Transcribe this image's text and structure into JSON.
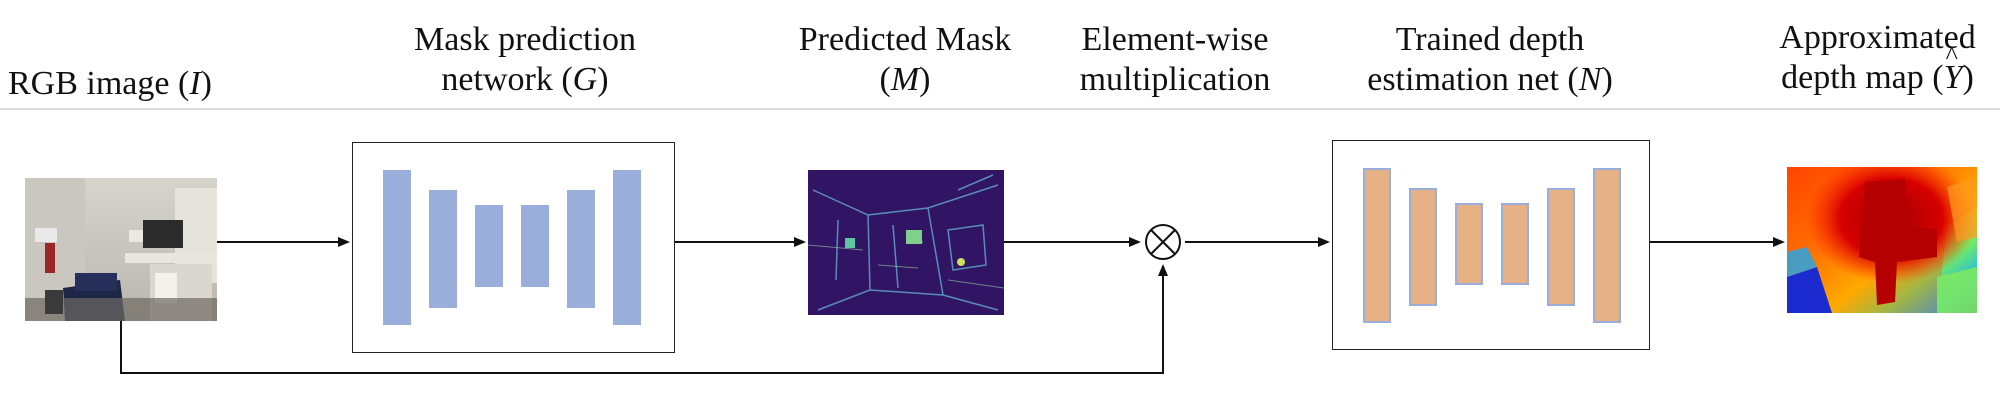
{
  "labels": {
    "rgb": {
      "pre": "RGB image (",
      "sym": "I",
      "post": ")"
    },
    "mask_net": {
      "line1": "Mask prediction",
      "pre": "network (",
      "sym": "G",
      "post": ")"
    },
    "pred_mask": {
      "line1": "Predicted Mask",
      "pre": "(",
      "sym": "M",
      "post": ")"
    },
    "elementwise": {
      "line1": "Element-wise",
      "line2": "multiplication"
    },
    "depth_net": {
      "line1": "Trained depth",
      "pre": "estimation net (",
      "sym": "N",
      "post": ")"
    },
    "approx": {
      "line1": "Approximated",
      "pre": "depth map (",
      "sym": "Y",
      "post": ")"
    }
  },
  "operator_symbol": "⊗",
  "icons": {
    "rgb_image": "indoor-room-photo",
    "mask_image": "predicted-mask-heatmap",
    "depth_image": "depth-map-jet-colormap",
    "operator": "circled-times-icon"
  },
  "colors": {
    "encoder_blue": "#9aaedc",
    "decoder_orange": "#e6b184",
    "mask_dark": "#3b0f5e",
    "depth_red": "#b00000",
    "depth_blue": "#1b2bd0"
  }
}
